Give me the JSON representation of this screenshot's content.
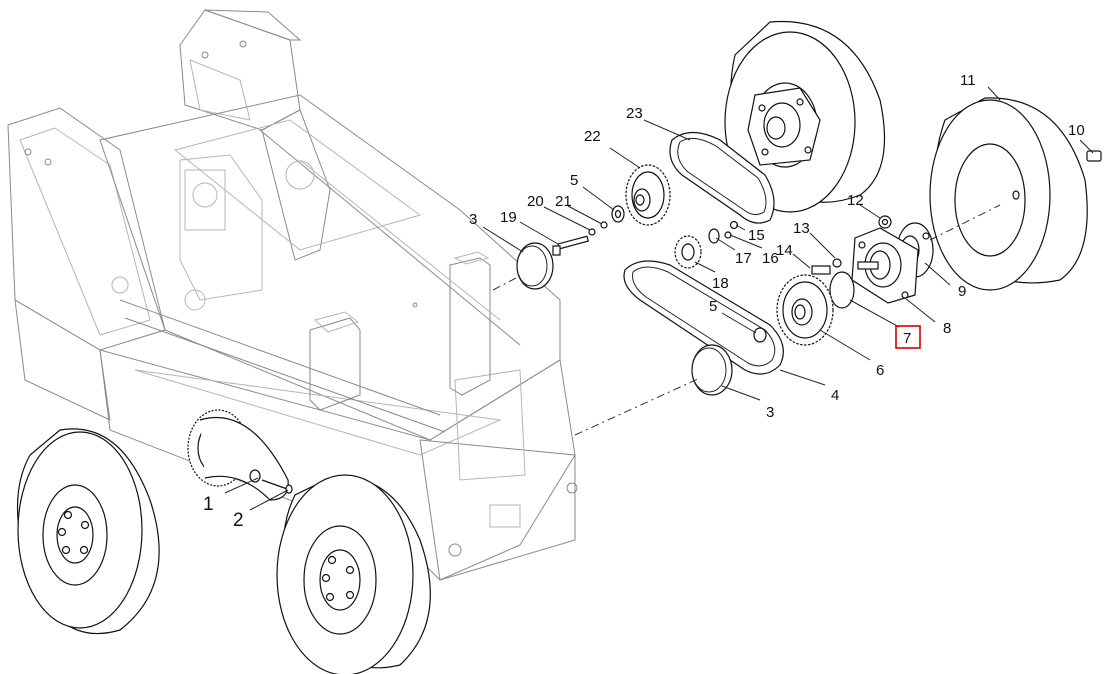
{
  "callouts": {
    "c1": "1",
    "c2": "2",
    "c3a": "3",
    "c3b": "3",
    "c4": "4",
    "c5a": "5",
    "c5b": "5",
    "c6": "6",
    "c7": "7",
    "c8": "8",
    "c9": "9",
    "c10": "10",
    "c11": "11",
    "c12": "12",
    "c13": "13",
    "c14": "14",
    "c15": "15",
    "c16": "16",
    "c17": "17",
    "c18": "18",
    "c19": "19",
    "c20": "20",
    "c21": "21",
    "c22": "22",
    "c23": "23"
  },
  "highlight": {
    "callout": "7",
    "color": "#d40000"
  },
  "colors": {
    "frame_line": "#8a8a8a",
    "part_line": "#111111",
    "background": "#ffffff"
  }
}
